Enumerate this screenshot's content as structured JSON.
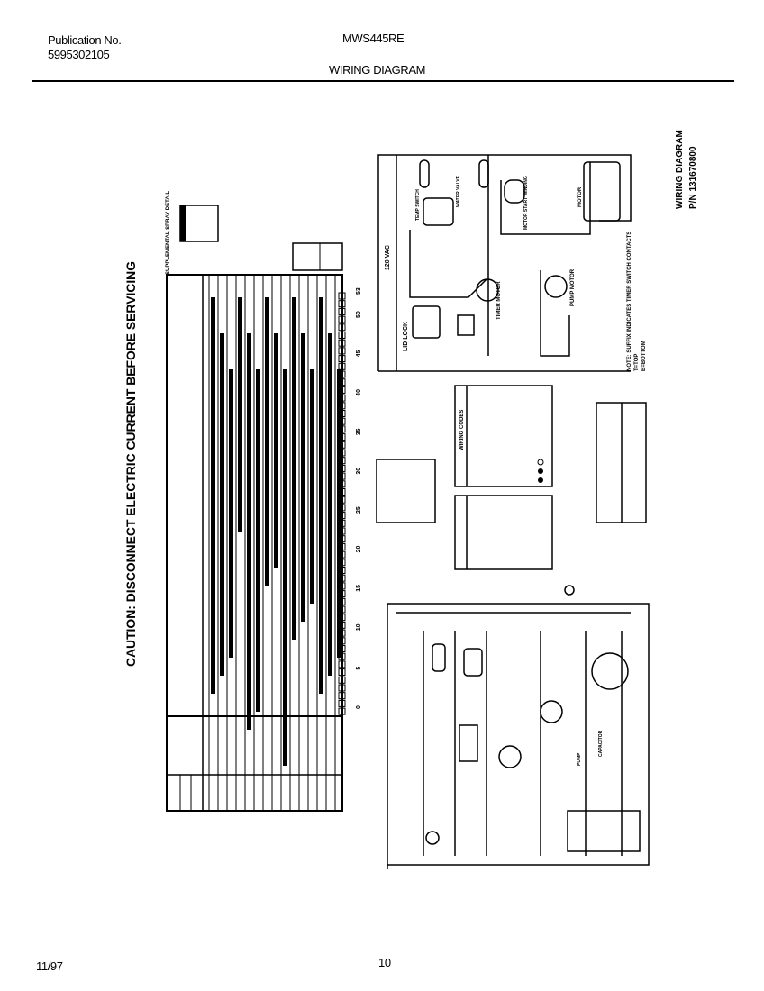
{
  "header": {
    "publication_label": "Publication No.",
    "publication_number": "5995302105",
    "model": "MWS445RE",
    "title": "WIRING DIAGRAM"
  },
  "diagram": {
    "caution": "CAUTION:  DISCONNECT  ELECTRIC  CURRENT  BEFORE  SERVICING",
    "side_title": "WIRING DIAGRAM",
    "part_number": "P/N 131670800",
    "spray_detail": "SUPPLEMENTAL SPRAY DETAIL",
    "timer_ticks": [
      "0",
      "5",
      "10",
      "15",
      "20",
      "25",
      "30",
      "35",
      "40",
      "45",
      "50",
      "53"
    ],
    "labels": {
      "vac": "120 VAC",
      "lid_lock": "LID LOCK",
      "timer_motor": "TIMER MOTOR",
      "pump_motor": "PUMP MOTOR",
      "temp_switch": "TEMP SWITCH",
      "water_valve": "WATER VALVE",
      "motor": "MOTOR",
      "motor_start": "MOTOR START WINDING",
      "wiring_codes": "WIRING CODES",
      "note": "NOTE: SUFFIX INDICATES TIMER SWITCH CONTACTS",
      "note_t": "T=TOP",
      "note_b": "B=BOTTOM",
      "capacitor": "CAPACITOR",
      "pump": "PUMP"
    }
  },
  "footer": {
    "date": "11/97",
    "page": "10"
  }
}
